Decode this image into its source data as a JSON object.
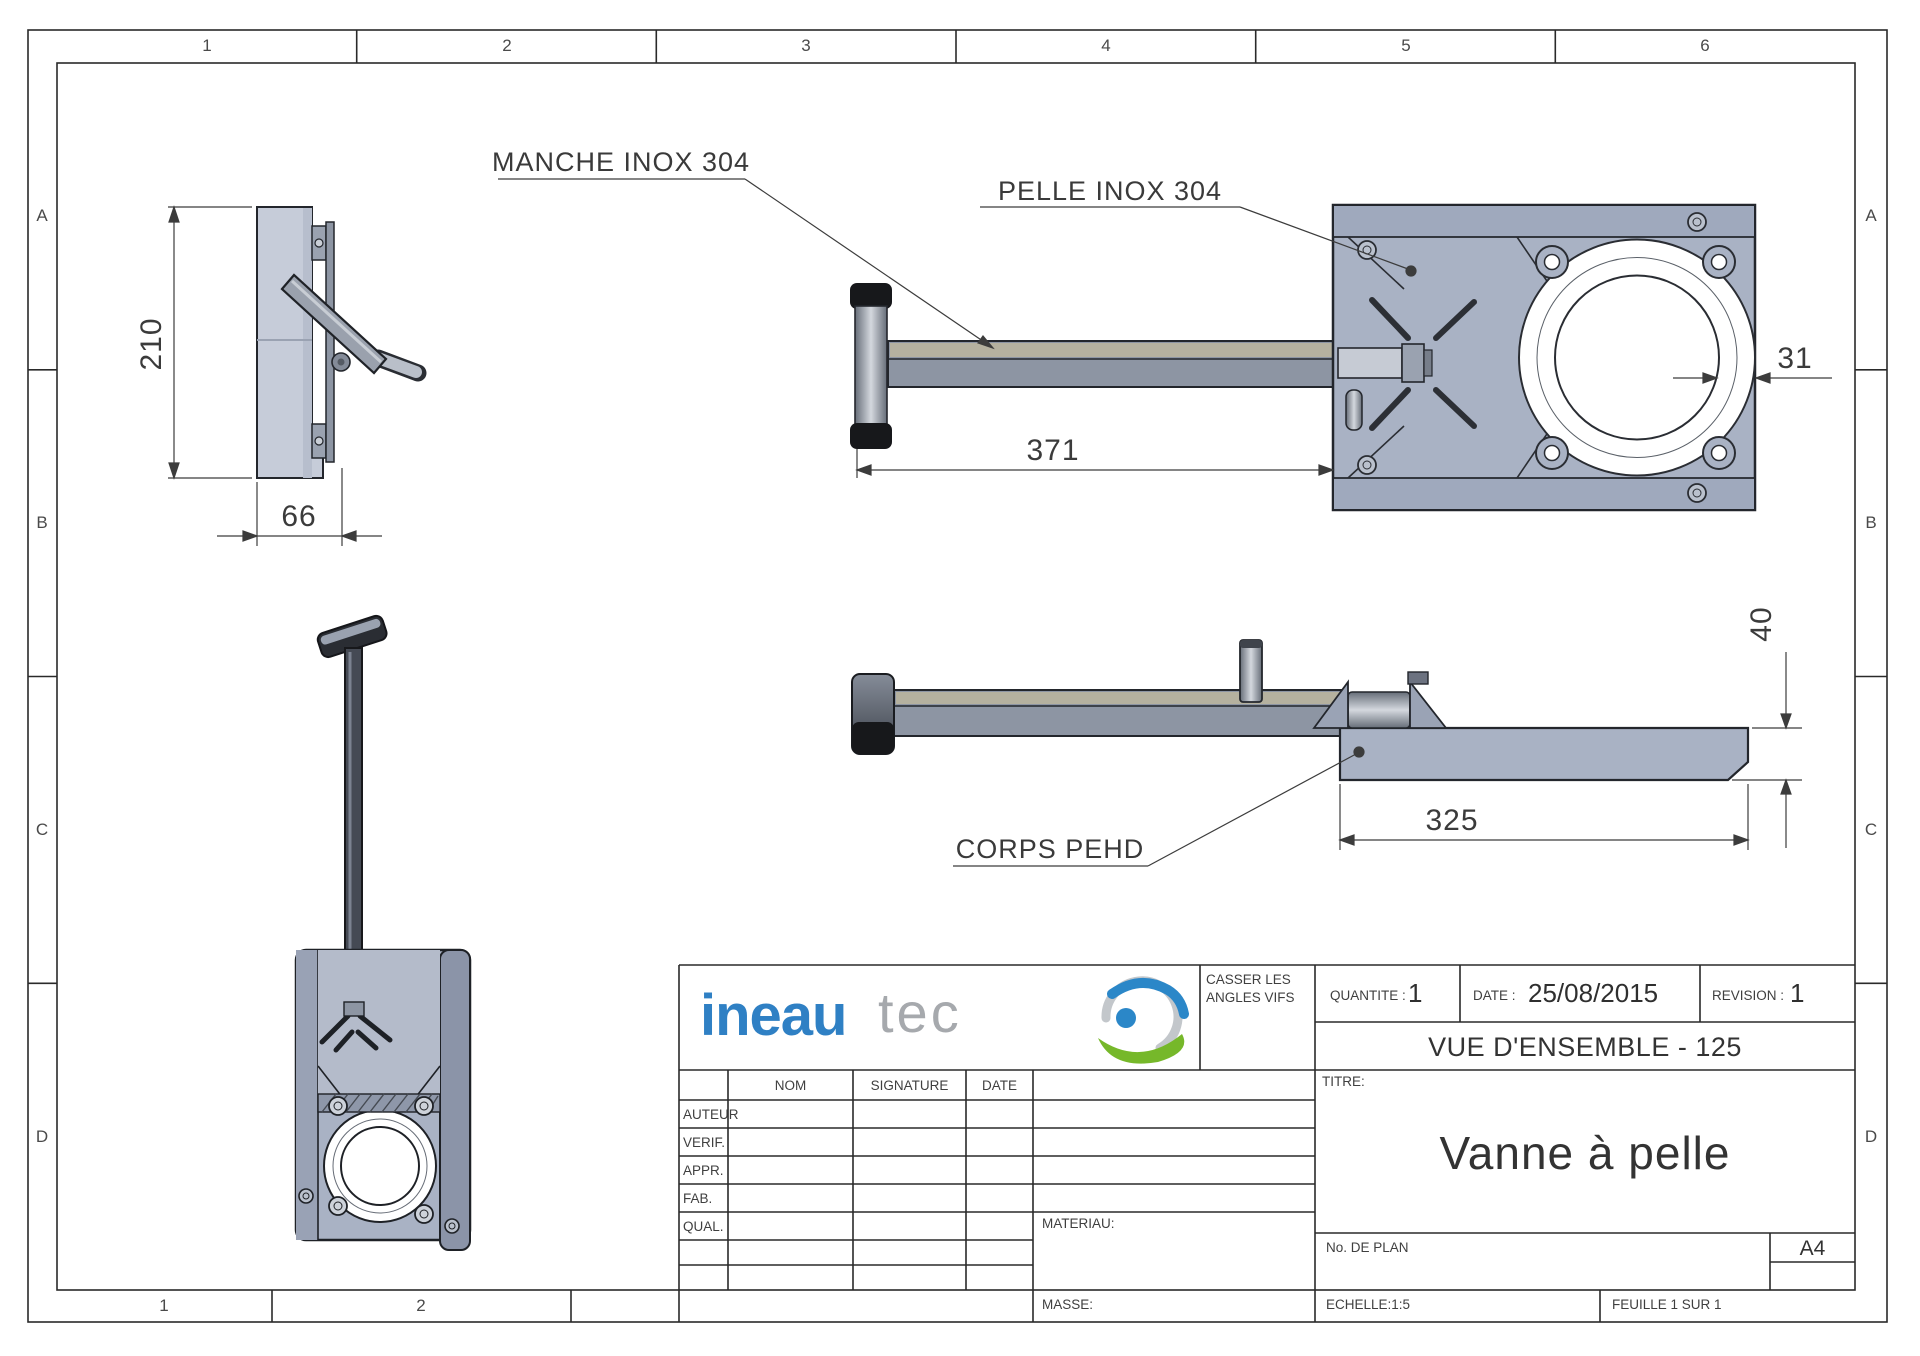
{
  "frame": {
    "top_columns": [
      "1",
      "2",
      "3",
      "4",
      "5",
      "6"
    ],
    "bottom_columns": [
      "1",
      "2"
    ],
    "side_rows": [
      "A",
      "B",
      "C",
      "D"
    ]
  },
  "annotations": {
    "manche_label": "MANCHE INOX 304",
    "pelle_label": "PELLE INOX 304",
    "corps_label": "CORPS PEHD"
  },
  "dimensions": {
    "plate_height": "210",
    "plate_depth": "66",
    "handle_length": "371",
    "seal_ring_width": "31",
    "body_thickness": "40",
    "body_length": "325"
  },
  "title_block": {
    "logo_primary": "ineau",
    "logo_secondary": "tec",
    "note_line1": "CASSER LES",
    "note_line2": "ANGLES VIFS",
    "quantity_label": "QUANTITE :",
    "quantity_value": "1",
    "date_label": "DATE :",
    "date_value": "25/08/2015",
    "revision_label": "REVISION :",
    "revision_value": "1",
    "assembly_title": "VUE D'ENSEMBLE - 125",
    "titre_label": "TITRE:",
    "titre_value": "Vanne à pelle",
    "table_headers": [
      "NOM",
      "SIGNATURE",
      "DATE"
    ],
    "row_labels": [
      "AUTEUR",
      "VERIF.",
      "APPR.",
      "FAB.",
      "QUAL."
    ],
    "materiau_label": "MATERIAU:",
    "masse_label": "MASSE:",
    "plan_label": "No. DE PLAN",
    "format_value": "A4",
    "echelle_value": "ECHELLE:1:5",
    "feuille_value": "FEUILLE 1 SUR 1"
  },
  "colors": {
    "body_fill": "#a9b2c4",
    "plate_fill": "#c6ccd9",
    "logo_blue": "#2f80c4",
    "logo_green": "#76b82a",
    "line_dark": "#23262c"
  }
}
